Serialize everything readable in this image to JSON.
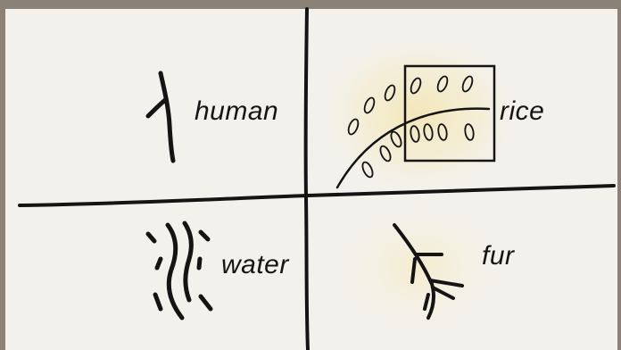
{
  "quadrants": [
    {
      "key": "human",
      "label": "human",
      "glyph": "human-character-icon"
    },
    {
      "key": "rice",
      "label": "rice",
      "glyph": "rice-character-icon"
    },
    {
      "key": "water",
      "label": "water",
      "glyph": "water-character-icon"
    },
    {
      "key": "fur",
      "label": "fur",
      "glyph": "fur-character-icon"
    }
  ],
  "colors": {
    "frame": "#8a8177",
    "paper": "#f3f1ec",
    "ink": "#141414",
    "glow": "#f3e6b4"
  }
}
